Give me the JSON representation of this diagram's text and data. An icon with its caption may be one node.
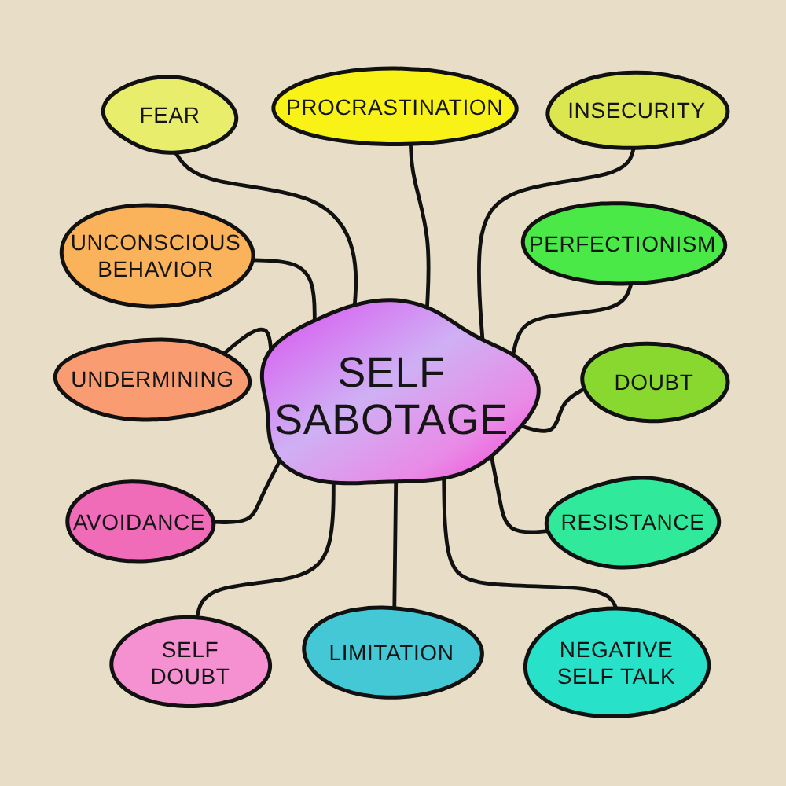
{
  "diagram": {
    "nodes": [
      {
        "text": [
          "SELF SABOTAGE"
        ]
      },
      {
        "text": [
          "FEAR"
        ]
      },
      {
        "text": [
          "PROCRASTINATION"
        ]
      },
      {
        "text": [
          "INSECURITY"
        ]
      },
      {
        "text": [
          "UNCONSCIOUS BEHAVIOR"
        ]
      },
      {
        "text": [
          "PERFECTIONISM"
        ]
      },
      {
        "text": [
          "UNDERMINING"
        ]
      },
      {
        "text": [
          "DOUBT"
        ]
      },
      {
        "text": [
          "AVOIDANCE"
        ]
      },
      {
        "text": [
          "RESISTANCE"
        ]
      },
      {
        "text": [
          "SELF DOUBT"
        ]
      },
      {
        "text": [
          "LIMITATION"
        ]
      },
      {
        "text": [
          "NEGATIVE SELF TALK"
        ]
      }
    ],
    "edges": [
      {
        "from": 0,
        "to": 1,
        "arrow": "none"
      },
      {
        "from": 0,
        "to": 2,
        "arrow": "none"
      },
      {
        "from": 0,
        "to": 3,
        "arrow": "none"
      },
      {
        "from": 0,
        "to": 4,
        "arrow": "none"
      },
      {
        "from": 0,
        "to": 5,
        "arrow": "none"
      },
      {
        "from": 0,
        "to": 6,
        "arrow": "none"
      },
      {
        "from": 0,
        "to": 7,
        "arrow": "none"
      },
      {
        "from": 0,
        "to": 8,
        "arrow": "none"
      },
      {
        "from": 0,
        "to": 9,
        "arrow": "none"
      },
      {
        "from": 0,
        "to": 10,
        "arrow": "none"
      },
      {
        "from": 0,
        "to": 11,
        "arrow": "none"
      },
      {
        "from": 0,
        "to": 12,
        "arrow": "none"
      }
    ]
  }
}
